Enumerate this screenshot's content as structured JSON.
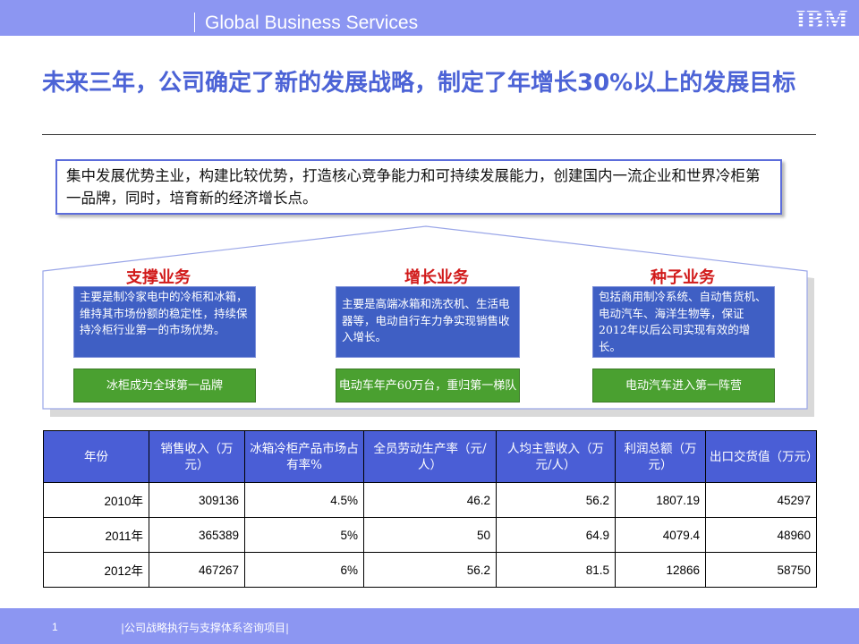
{
  "header": {
    "section": "Global Business Services",
    "logo_text": "IBM"
  },
  "title": "未来三年，公司确定了新的发展战略，制定了年增长30%以上的发展目标",
  "strategy": "集中发展优势主业，构建比较优势，打造核心竞争能力和可持续发展能力，创建国内一流企业和世界冷柜第一品牌，同时，培育新的经济增长点。",
  "businesses": [
    {
      "title": "支撑业务",
      "desc": "主要是制冷家电中的冷柜和冰箱，维持其市场份额的稳定性，持续保持冷柜行业第一的市场优势。",
      "goal": "冰柜成为全球第一品牌"
    },
    {
      "title": "增长业务",
      "desc": "主要是高端冰箱和洗衣机、生活电器等，电动自行车力争实现销售收入增长。",
      "goal": "电动车年产60万台，重归第一梯队"
    },
    {
      "title": "种子业务",
      "desc": "包括商用制冷系统、自动售货机、电动汽车、海洋生物等，保证2012年以后公司实现有效的增长。",
      "goal": "电动汽车进入第一阵营"
    }
  ],
  "table": {
    "headers": [
      "年份",
      "销售收入（万元）",
      "冰箱冷柜产品市场占有率%",
      "全员劳动生产率（元/人）",
      "人均主营收入（万元/人）",
      "利润总额（万元）",
      "出口交货值（万元）"
    ],
    "year_unit": "年",
    "rows": [
      {
        "year": "2010",
        "sales": "309136",
        "share": "4.5%",
        "productivity": "46.2",
        "per_capita": "56.2",
        "profit": "1807.19",
        "export": "45297"
      },
      {
        "year": "2011",
        "sales": "365389",
        "share": "5%",
        "productivity": "50",
        "per_capita": "64.9",
        "profit": "4079.4",
        "export": "48960"
      },
      {
        "year": "2012",
        "sales": "467267",
        "share": "6%",
        "productivity": "56.2",
        "per_capita": "81.5",
        "profit": "12866",
        "export": "58750"
      }
    ]
  },
  "footer": {
    "page": "1",
    "text": "|公司战略执行与支撑体系咨询项目|"
  },
  "colors": {
    "bar": "#8c96f2",
    "title": "#4c63d6",
    "business_title": "#d11a1a",
    "desc_box": "#3f5fc4",
    "goal_box": "#4aa030",
    "table_header": "#4a5ed6"
  }
}
